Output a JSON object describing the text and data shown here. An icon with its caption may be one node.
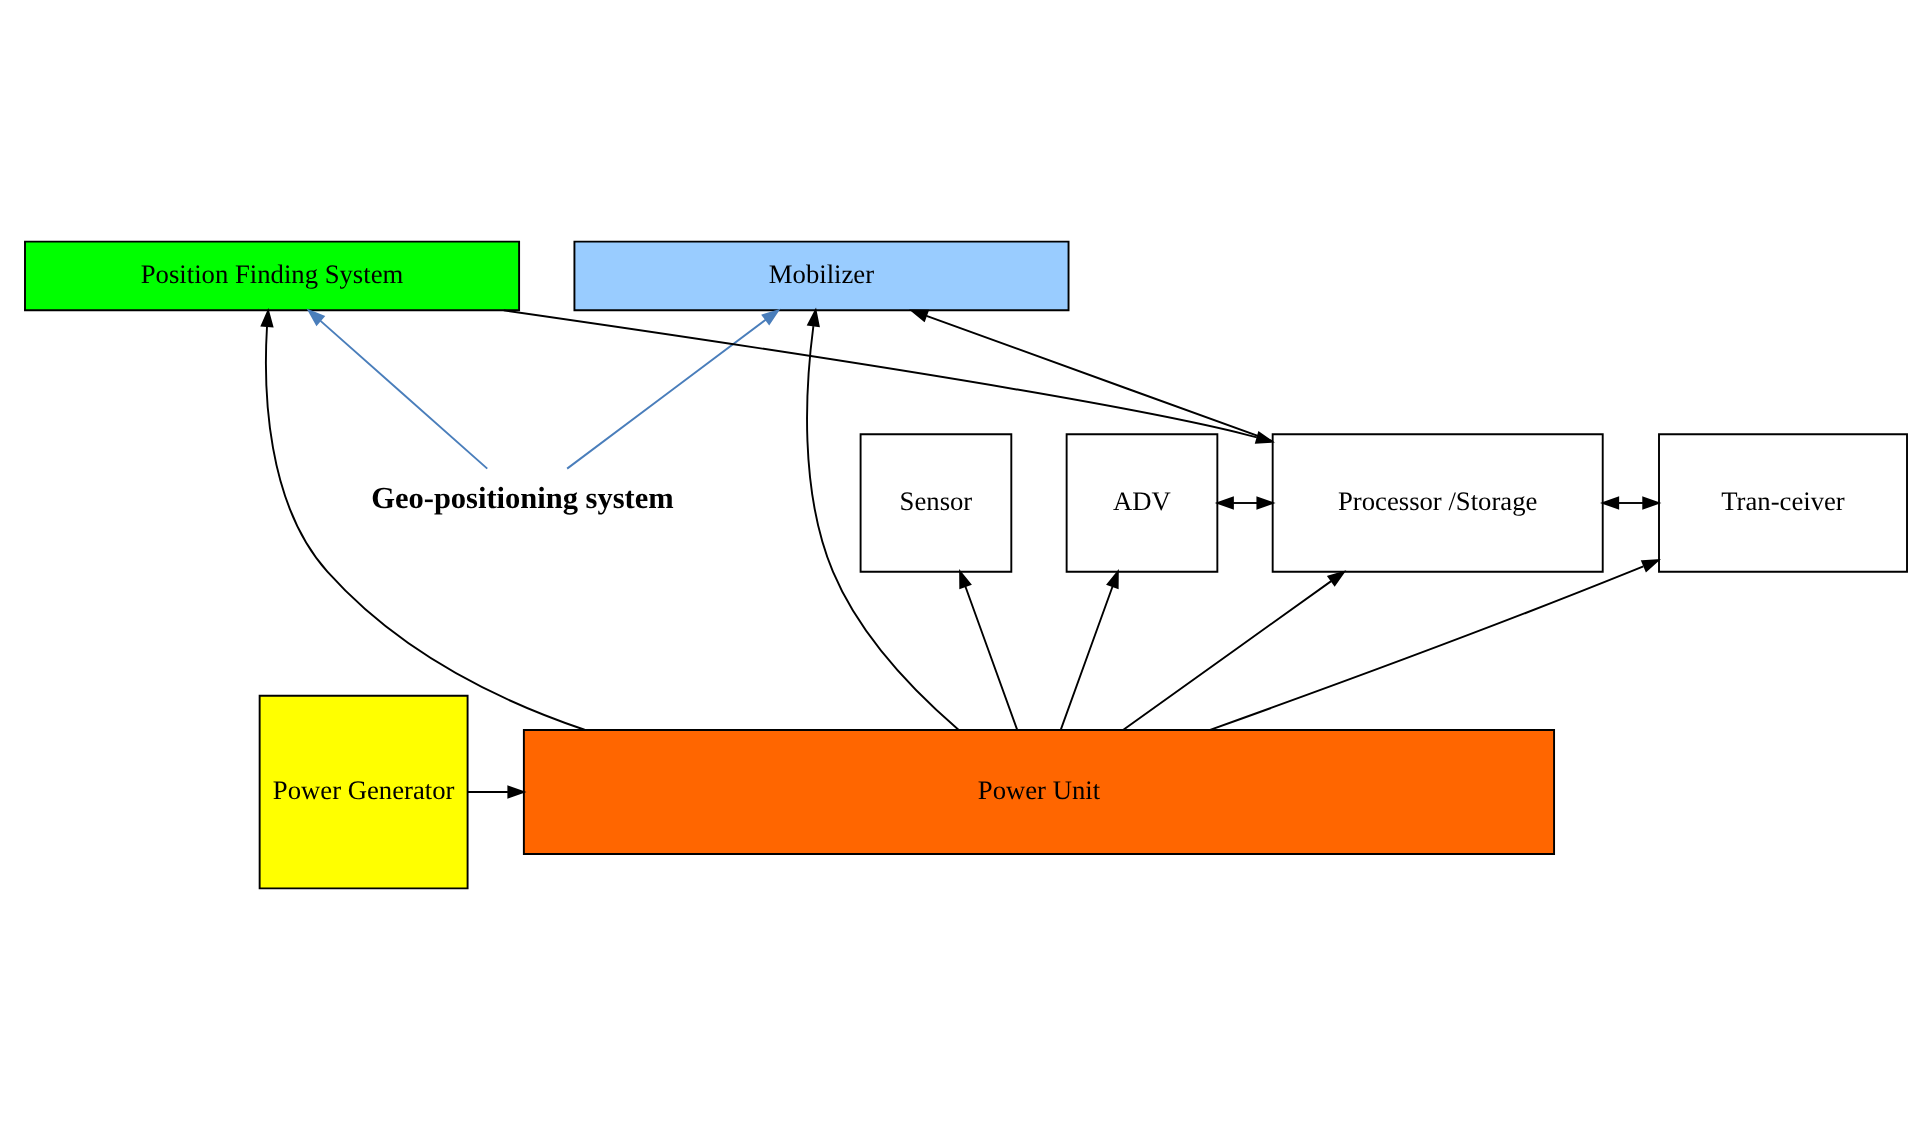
{
  "diagram": {
    "nodes": [
      {
        "text": [
          "Geo-positioning system"
        ]
      },
      {
        "text": [
          "Position Finding System"
        ]
      },
      {
        "text": [
          "Mobilizer"
        ]
      },
      {
        "text": [
          "Sensor"
        ]
      },
      {
        "text": [
          "ADV"
        ]
      },
      {
        "text": [
          "Processor /Storage"
        ]
      },
      {
        "text": [
          "Tran-ceiver"
        ]
      },
      {
        "text": [
          "Power Unit"
        ]
      },
      {
        "text": [
          "Power Generator"
        ]
      }
    ],
    "edges": [
      {
        "from": 0,
        "to": 1,
        "arrow": "to",
        "color": "#4a7ebb"
      },
      {
        "from": 0,
        "to": 2,
        "arrow": "to",
        "color": "#4a7ebb"
      },
      {
        "from": 7,
        "to": 1,
        "arrow": "to"
      },
      {
        "from": 1,
        "to": 5,
        "arrow": "to"
      },
      {
        "from": 5,
        "to": 2,
        "arrow": "to"
      },
      {
        "from": 7,
        "to": 2,
        "arrow": "to"
      },
      {
        "from": 7,
        "to": 3,
        "arrow": "to"
      },
      {
        "from": 7,
        "to": 4,
        "arrow": "to"
      },
      {
        "from": 7,
        "to": 5,
        "arrow": "to"
      },
      {
        "from": 7,
        "to": 6,
        "arrow": "to"
      },
      {
        "from": 4,
        "to": 5,
        "arrow": "both"
      },
      {
        "from": 5,
        "to": 6,
        "arrow": "both"
      },
      {
        "from": 8,
        "to": 7,
        "arrow": "to"
      }
    ]
  }
}
